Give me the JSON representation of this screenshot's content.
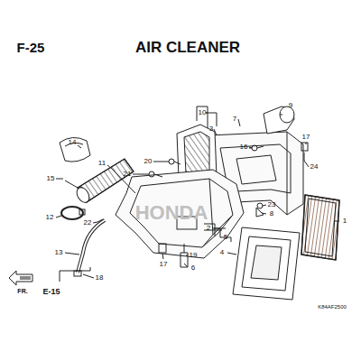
{
  "diagram": {
    "title": "AIR CLEANER",
    "labels": [
      "F-25",
      "10",
      "3",
      "7",
      "9",
      "16",
      "17",
      "24",
      "20",
      "21",
      "14",
      "15",
      "11",
      "1",
      "23",
      "8",
      "2",
      "5",
      "12",
      "22",
      "4",
      "13",
      "19",
      "17",
      "6",
      "18",
      "FR.",
      "E-15",
      "K84AF2500",
      "HONDA"
    ]
  }
}
